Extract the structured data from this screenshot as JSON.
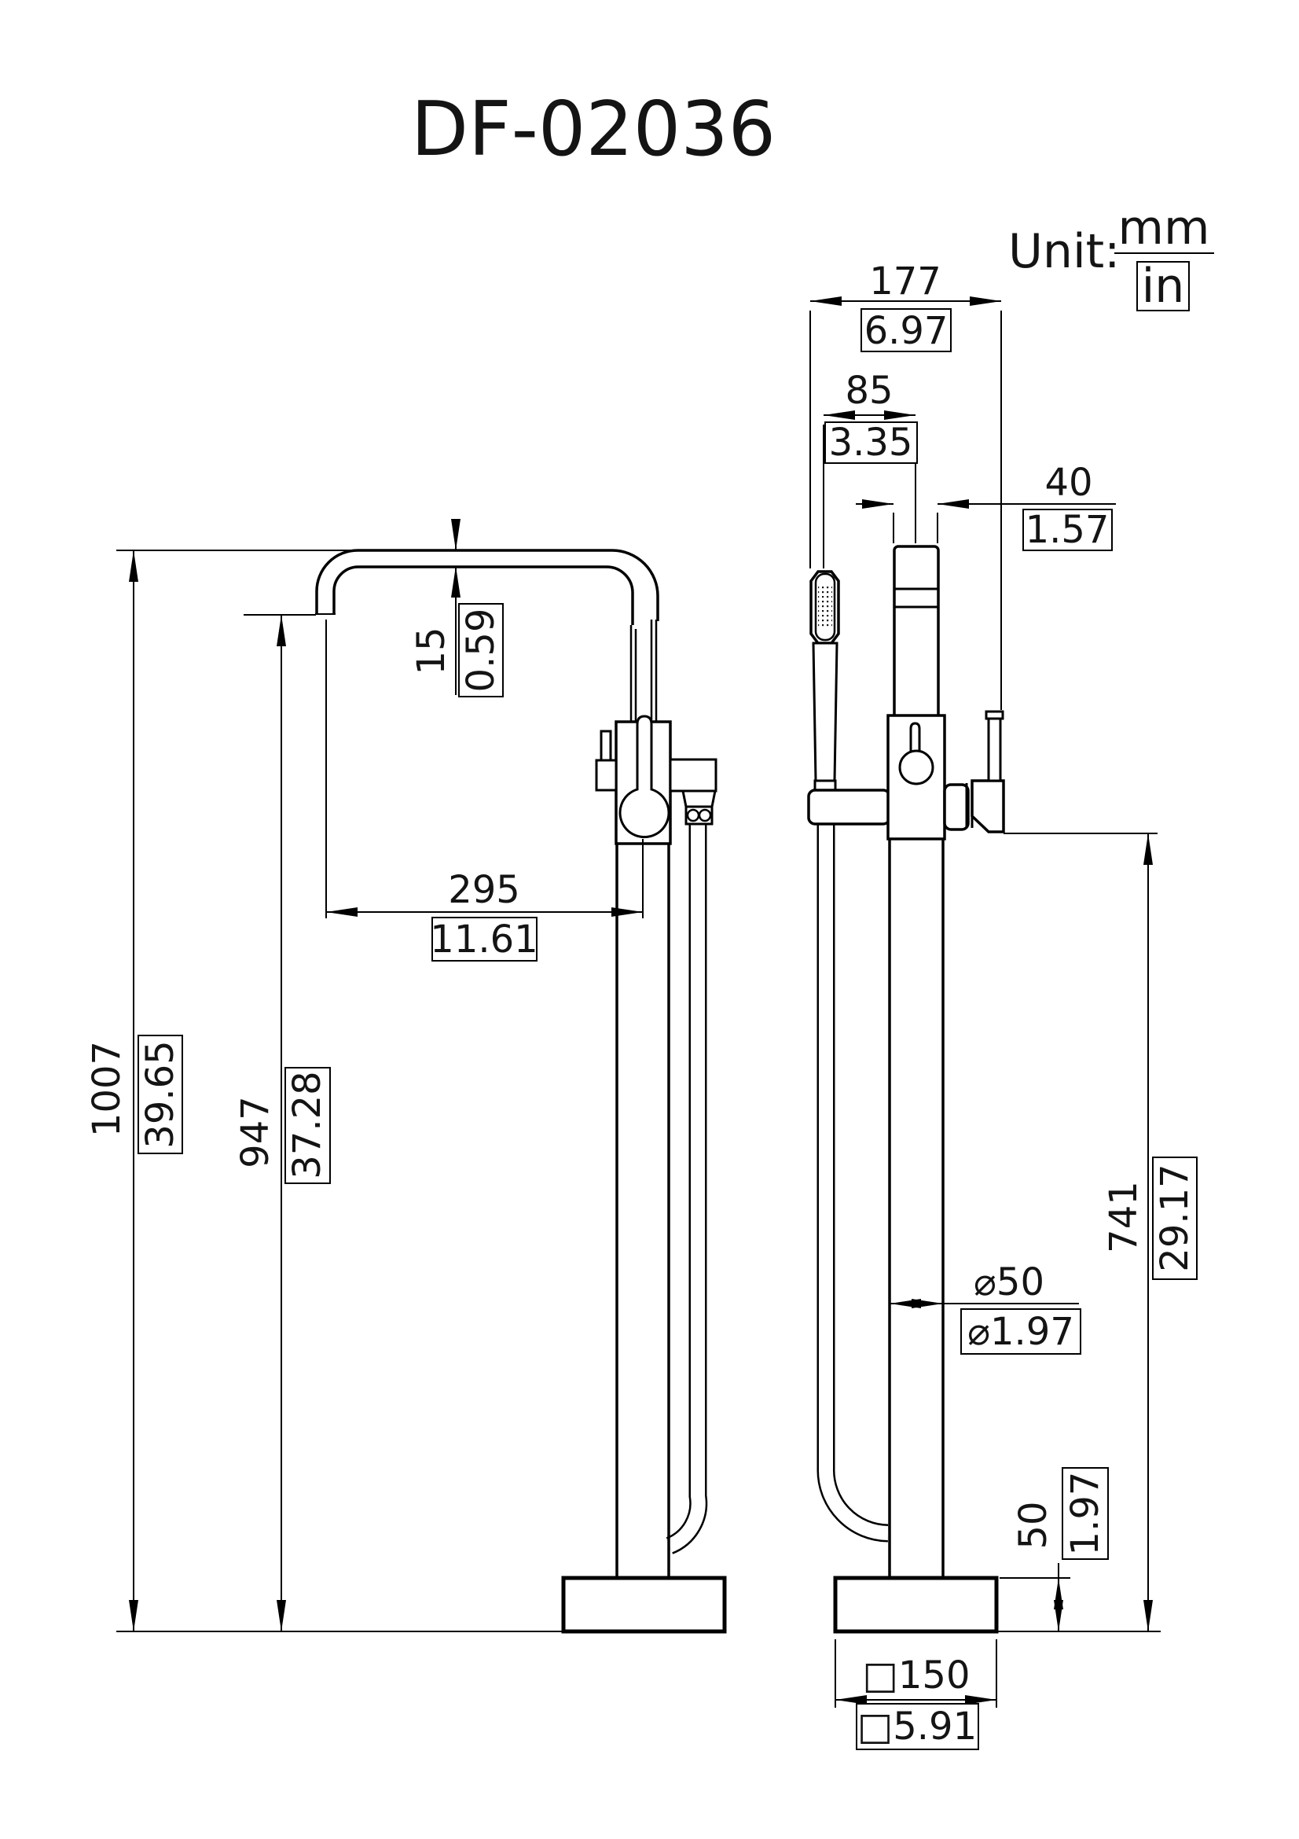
{
  "title": "DF-02036",
  "unit": {
    "label": "Unit:",
    "numerator": "mm",
    "denominator": "in"
  },
  "dims": {
    "overall_width": {
      "mm": "177",
      "in": "6.97"
    },
    "shower_to_spout": {
      "mm": "85",
      "in": "3.35"
    },
    "spout_pipe": {
      "mm": "40",
      "in": "1.57"
    },
    "spout_tube": {
      "mm": "15",
      "in": "0.59"
    },
    "spout_reach": {
      "mm": "295",
      "in": "11.61"
    },
    "total_height": {
      "mm": "1007",
      "in": "39.65"
    },
    "spout_height": {
      "mm": "947",
      "in": "37.28"
    },
    "outlet_height": {
      "mm": "741",
      "in": "29.17"
    },
    "column_diameter": {
      "mm": "⌀50",
      "in": "⌀1.97"
    },
    "base_height": {
      "mm": "50",
      "in": "1.97"
    },
    "base_width": {
      "mm": "□150",
      "in": "□5.91"
    }
  },
  "colors": {
    "line": "#000000",
    "text": "#141414",
    "background": "#ffffff"
  }
}
